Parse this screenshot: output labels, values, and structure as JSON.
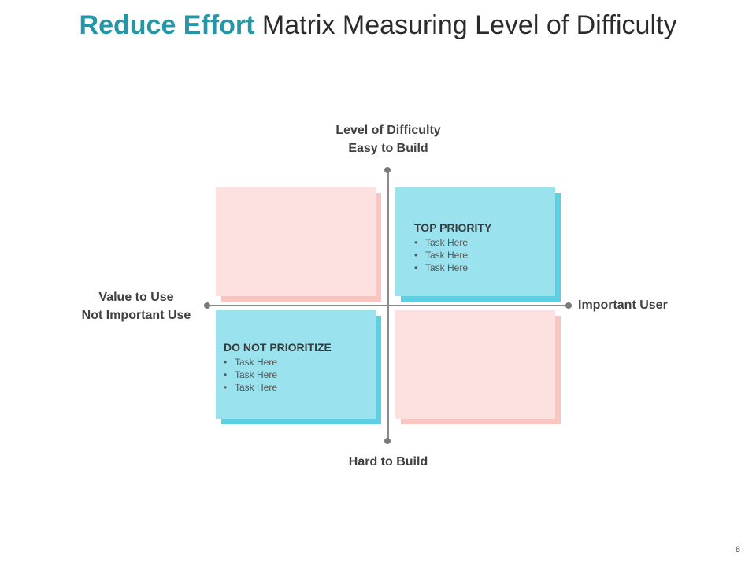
{
  "title": {
    "accent": "Reduce Effort",
    "rest": " Matrix Measuring Level of Difficulty"
  },
  "axes": {
    "top": [
      "Level of Difficulty",
      "Easy to Build"
    ],
    "bottom": "Hard to Build",
    "left": [
      "Value to Use",
      "Not Important Use"
    ],
    "right": "Important User"
  },
  "quadrants": {
    "top_left": {
      "color": "pink",
      "heading": "",
      "items": []
    },
    "top_right": {
      "color": "blue",
      "heading": "TOP PRIORITY",
      "items": [
        "Task Here",
        "Task Here",
        "Task Here"
      ]
    },
    "bottom_left": {
      "color": "blue",
      "heading": "DO NOT PRIORITIZE",
      "items": [
        "Task Here",
        "Task Here",
        "Task Here"
      ]
    },
    "bottom_right": {
      "color": "pink",
      "heading": "",
      "items": []
    }
  },
  "colors": {
    "accent": "#2596a7",
    "pink": "#fde1e0",
    "pink_shadow": "#f9c5c1",
    "blue": "#9ae2ee",
    "blue_shadow": "#5ccfe3",
    "axis": "#8a8a8a"
  },
  "page_number": "8"
}
